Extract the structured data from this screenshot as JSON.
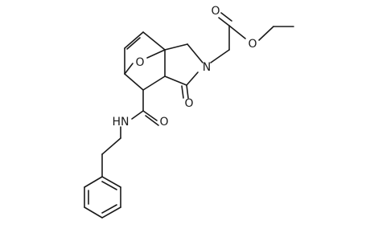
{
  "molecule": {
    "atom_labels": {
      "ring_oxygen": "O",
      "lactam_nitrogen": "N",
      "lactam_oxygen": "O",
      "ester_carbonyl_oxygen": "O",
      "ester_oxygen": "O",
      "amide_oxygen": "O",
      "amide_nh": "HN"
    }
  }
}
